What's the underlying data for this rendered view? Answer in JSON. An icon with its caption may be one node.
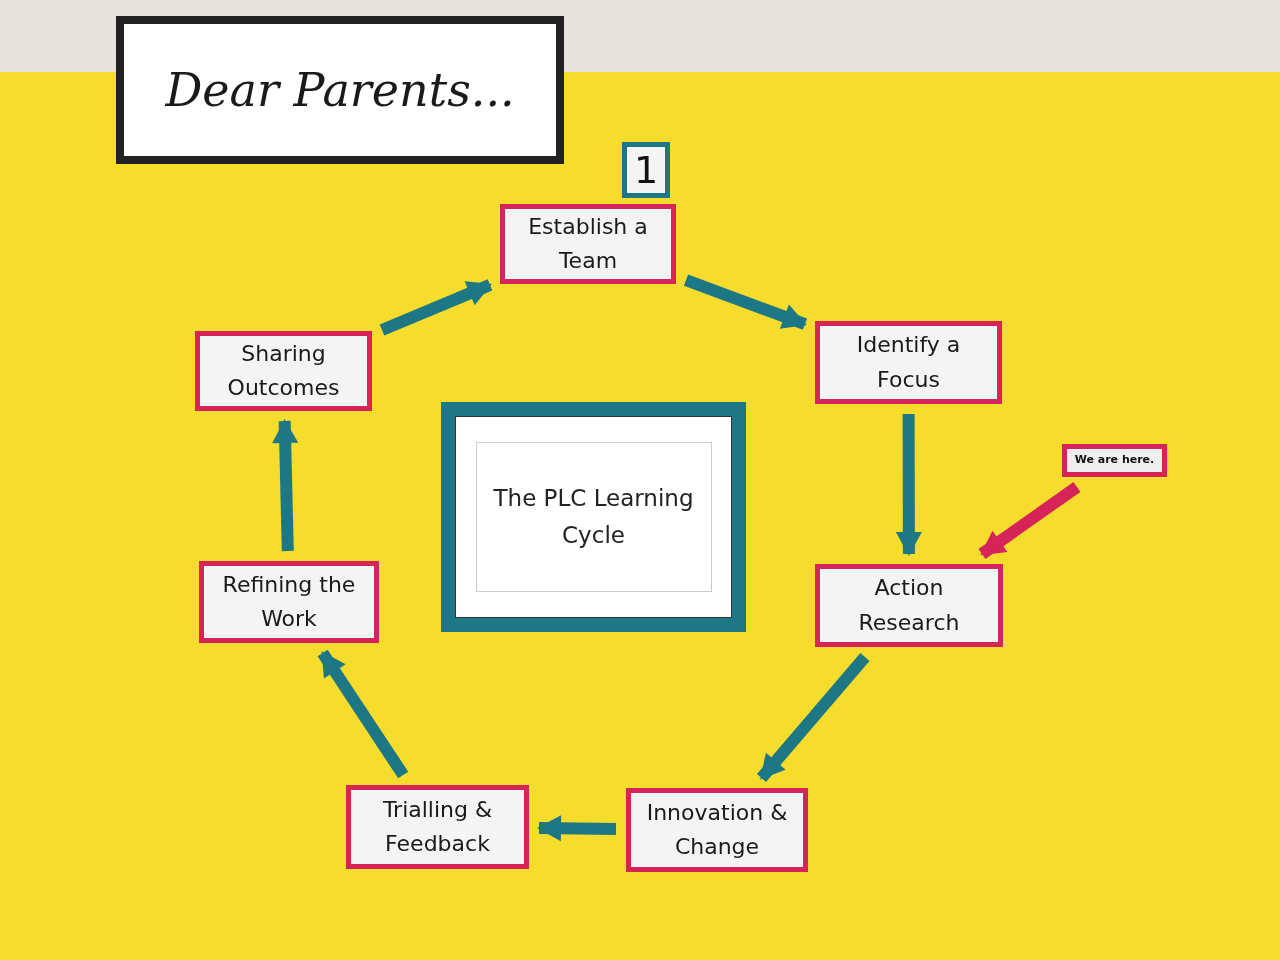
{
  "diagram": {
    "title": "Dear Parents...",
    "nodes": [
      {
        "text": [
          "Establish a Team"
        ],
        "beside": [
          "1"
        ]
      },
      {
        "text": [
          "Identify a Focus"
        ]
      },
      {
        "text": [
          "Action Research"
        ]
      },
      {
        "text": [
          "Innovation & Change"
        ]
      },
      {
        "text": [
          "Trialling & Feedback"
        ]
      },
      {
        "text": [
          "Refining the Work"
        ]
      },
      {
        "text": [
          "Sharing Outcomes"
        ]
      },
      {
        "text": [
          "The PLC Learning Cycle"
        ]
      },
      {
        "text": [
          "We are here."
        ]
      }
    ],
    "edges": [
      {
        "from": 6,
        "to": 0,
        "arrow": "to"
      },
      {
        "from": 0,
        "to": 1,
        "arrow": "to"
      },
      {
        "from": 1,
        "to": 2,
        "arrow": "to"
      },
      {
        "from": 2,
        "to": 3,
        "arrow": "to"
      },
      {
        "from": 3,
        "to": 4,
        "arrow": "to"
      },
      {
        "from": 4,
        "to": 5,
        "arrow": "to"
      },
      {
        "from": 5,
        "to": 6,
        "arrow": "to"
      },
      {
        "from": 8,
        "to": 2,
        "arrow": "to",
        "color": "#d6245a"
      }
    ]
  }
}
